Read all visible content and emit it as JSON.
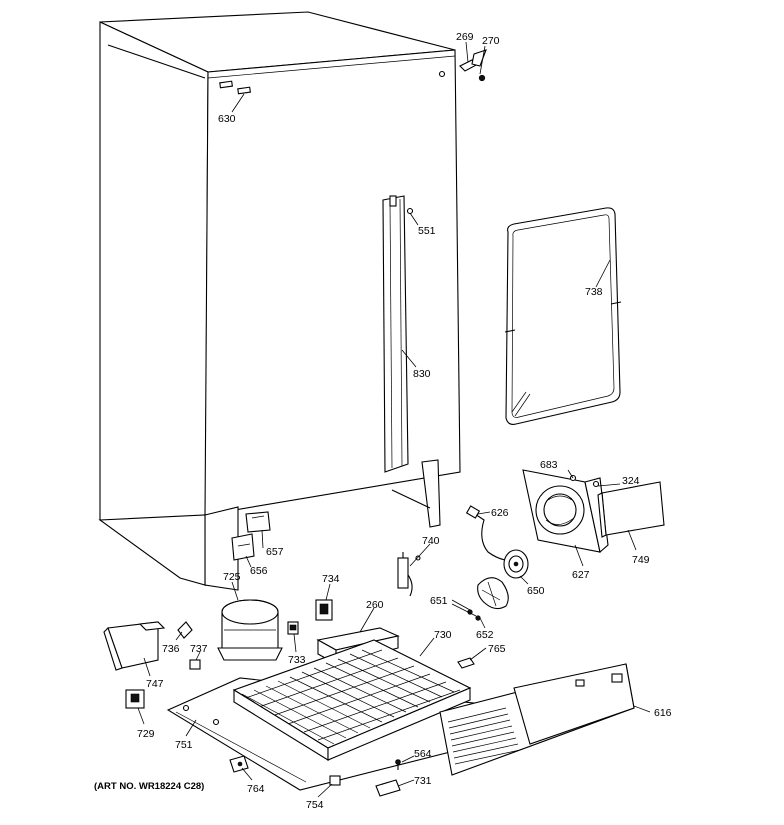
{
  "diagram": {
    "parts": [
      {
        "id": "p269",
        "label": "269"
      },
      {
        "id": "p270",
        "label": "270"
      },
      {
        "id": "p630",
        "label": "630"
      },
      {
        "id": "p551",
        "label": "551"
      },
      {
        "id": "p738",
        "label": "738"
      },
      {
        "id": "p830",
        "label": "830"
      },
      {
        "id": "p683",
        "label": "683"
      },
      {
        "id": "p324",
        "label": "324"
      },
      {
        "id": "p626",
        "label": "626"
      },
      {
        "id": "p749",
        "label": "749"
      },
      {
        "id": "p627",
        "label": "627"
      },
      {
        "id": "p657",
        "label": "657"
      },
      {
        "id": "p656",
        "label": "656"
      },
      {
        "id": "p740",
        "label": "740"
      },
      {
        "id": "p650",
        "label": "650"
      },
      {
        "id": "p725",
        "label": "725"
      },
      {
        "id": "p734",
        "label": "734"
      },
      {
        "id": "p260",
        "label": "260"
      },
      {
        "id": "p651",
        "label": "651"
      },
      {
        "id": "p730",
        "label": "730"
      },
      {
        "id": "p652",
        "label": "652"
      },
      {
        "id": "p765",
        "label": "765"
      },
      {
        "id": "p736",
        "label": "736"
      },
      {
        "id": "p737",
        "label": "737"
      },
      {
        "id": "p733",
        "label": "733"
      },
      {
        "id": "p747",
        "label": "747"
      },
      {
        "id": "p616",
        "label": "616"
      },
      {
        "id": "p729",
        "label": "729"
      },
      {
        "id": "p751",
        "label": "751"
      },
      {
        "id": "p564",
        "label": "564"
      },
      {
        "id": "p731",
        "label": "731"
      },
      {
        "id": "p764",
        "label": "764"
      },
      {
        "id": "p754",
        "label": "754"
      }
    ],
    "art_note": "(ART NO. WR18224 C28)"
  }
}
